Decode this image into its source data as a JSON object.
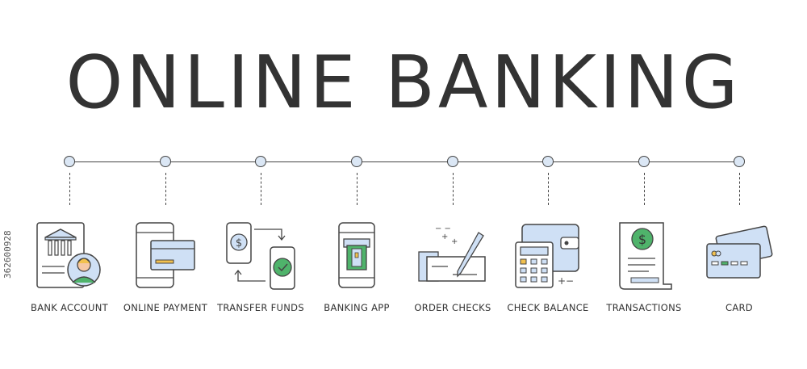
{
  "title": "ONLINE BANKING",
  "side_id": "362600928",
  "steps": [
    {
      "label": "BANK ACCOUNT",
      "icon": "bank-account-icon"
    },
    {
      "label": "ONLINE PAYMENT",
      "icon": "online-payment-icon"
    },
    {
      "label": "TRANSFER FUNDS",
      "icon": "transfer-funds-icon"
    },
    {
      "label": "BANKING APP",
      "icon": "banking-app-icon"
    },
    {
      "label": "ORDER CHECKS",
      "icon": "order-checks-icon"
    },
    {
      "label": "CHECK BALANCE",
      "icon": "check-balance-icon"
    },
    {
      "label": "TRANSACTIONS",
      "icon": "transactions-icon"
    },
    {
      "label": "CARD",
      "icon": "card-icon"
    }
  ],
  "colors": {
    "text": "#333333",
    "line": "#444444",
    "blue": "#cfe0f5",
    "yellow": "#f2c14e",
    "green": "#4fb36b"
  }
}
